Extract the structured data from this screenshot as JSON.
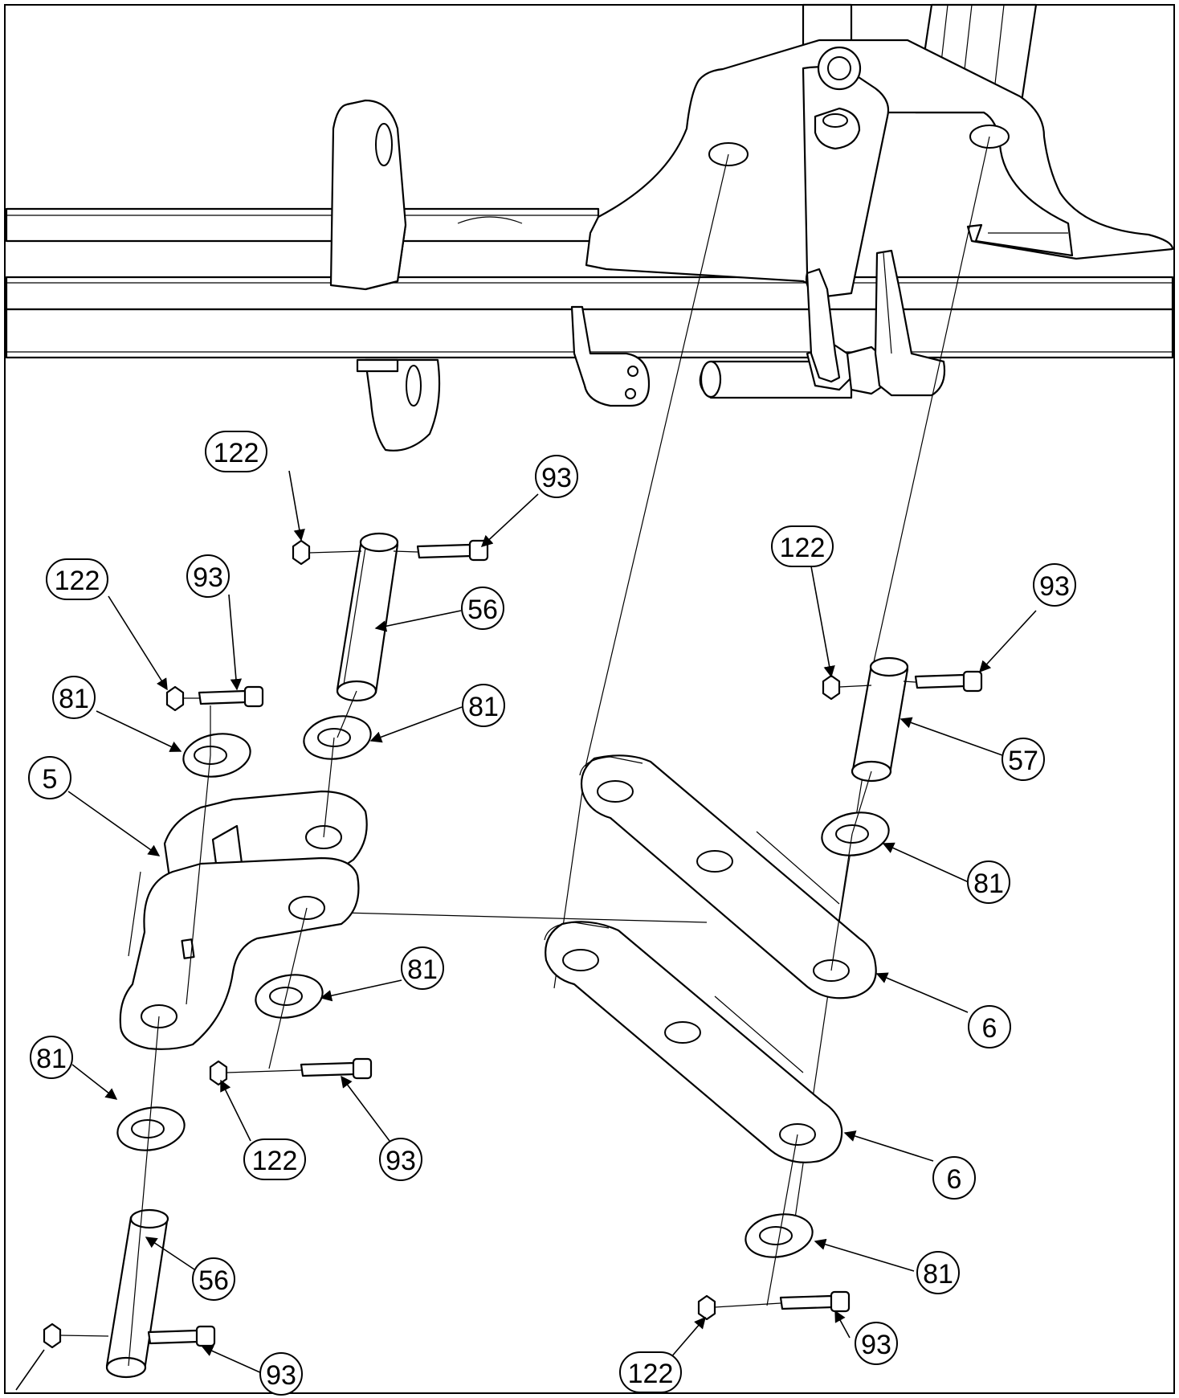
{
  "callouts": [
    {
      "label": "122"
    },
    {
      "label": "93"
    },
    {
      "label": "122"
    },
    {
      "label": "93"
    },
    {
      "label": "56"
    },
    {
      "label": "81"
    },
    {
      "label": "81"
    },
    {
      "label": "5"
    },
    {
      "label": "122"
    },
    {
      "label": "93"
    },
    {
      "label": "57"
    },
    {
      "label": "81"
    },
    {
      "label": "81"
    },
    {
      "label": "81"
    },
    {
      "label": "122"
    },
    {
      "label": "93"
    },
    {
      "label": "6"
    },
    {
      "label": "6"
    },
    {
      "label": "56"
    },
    {
      "label": "93"
    },
    {
      "label": "81"
    },
    {
      "label": "122"
    },
    {
      "label": "93"
    }
  ]
}
